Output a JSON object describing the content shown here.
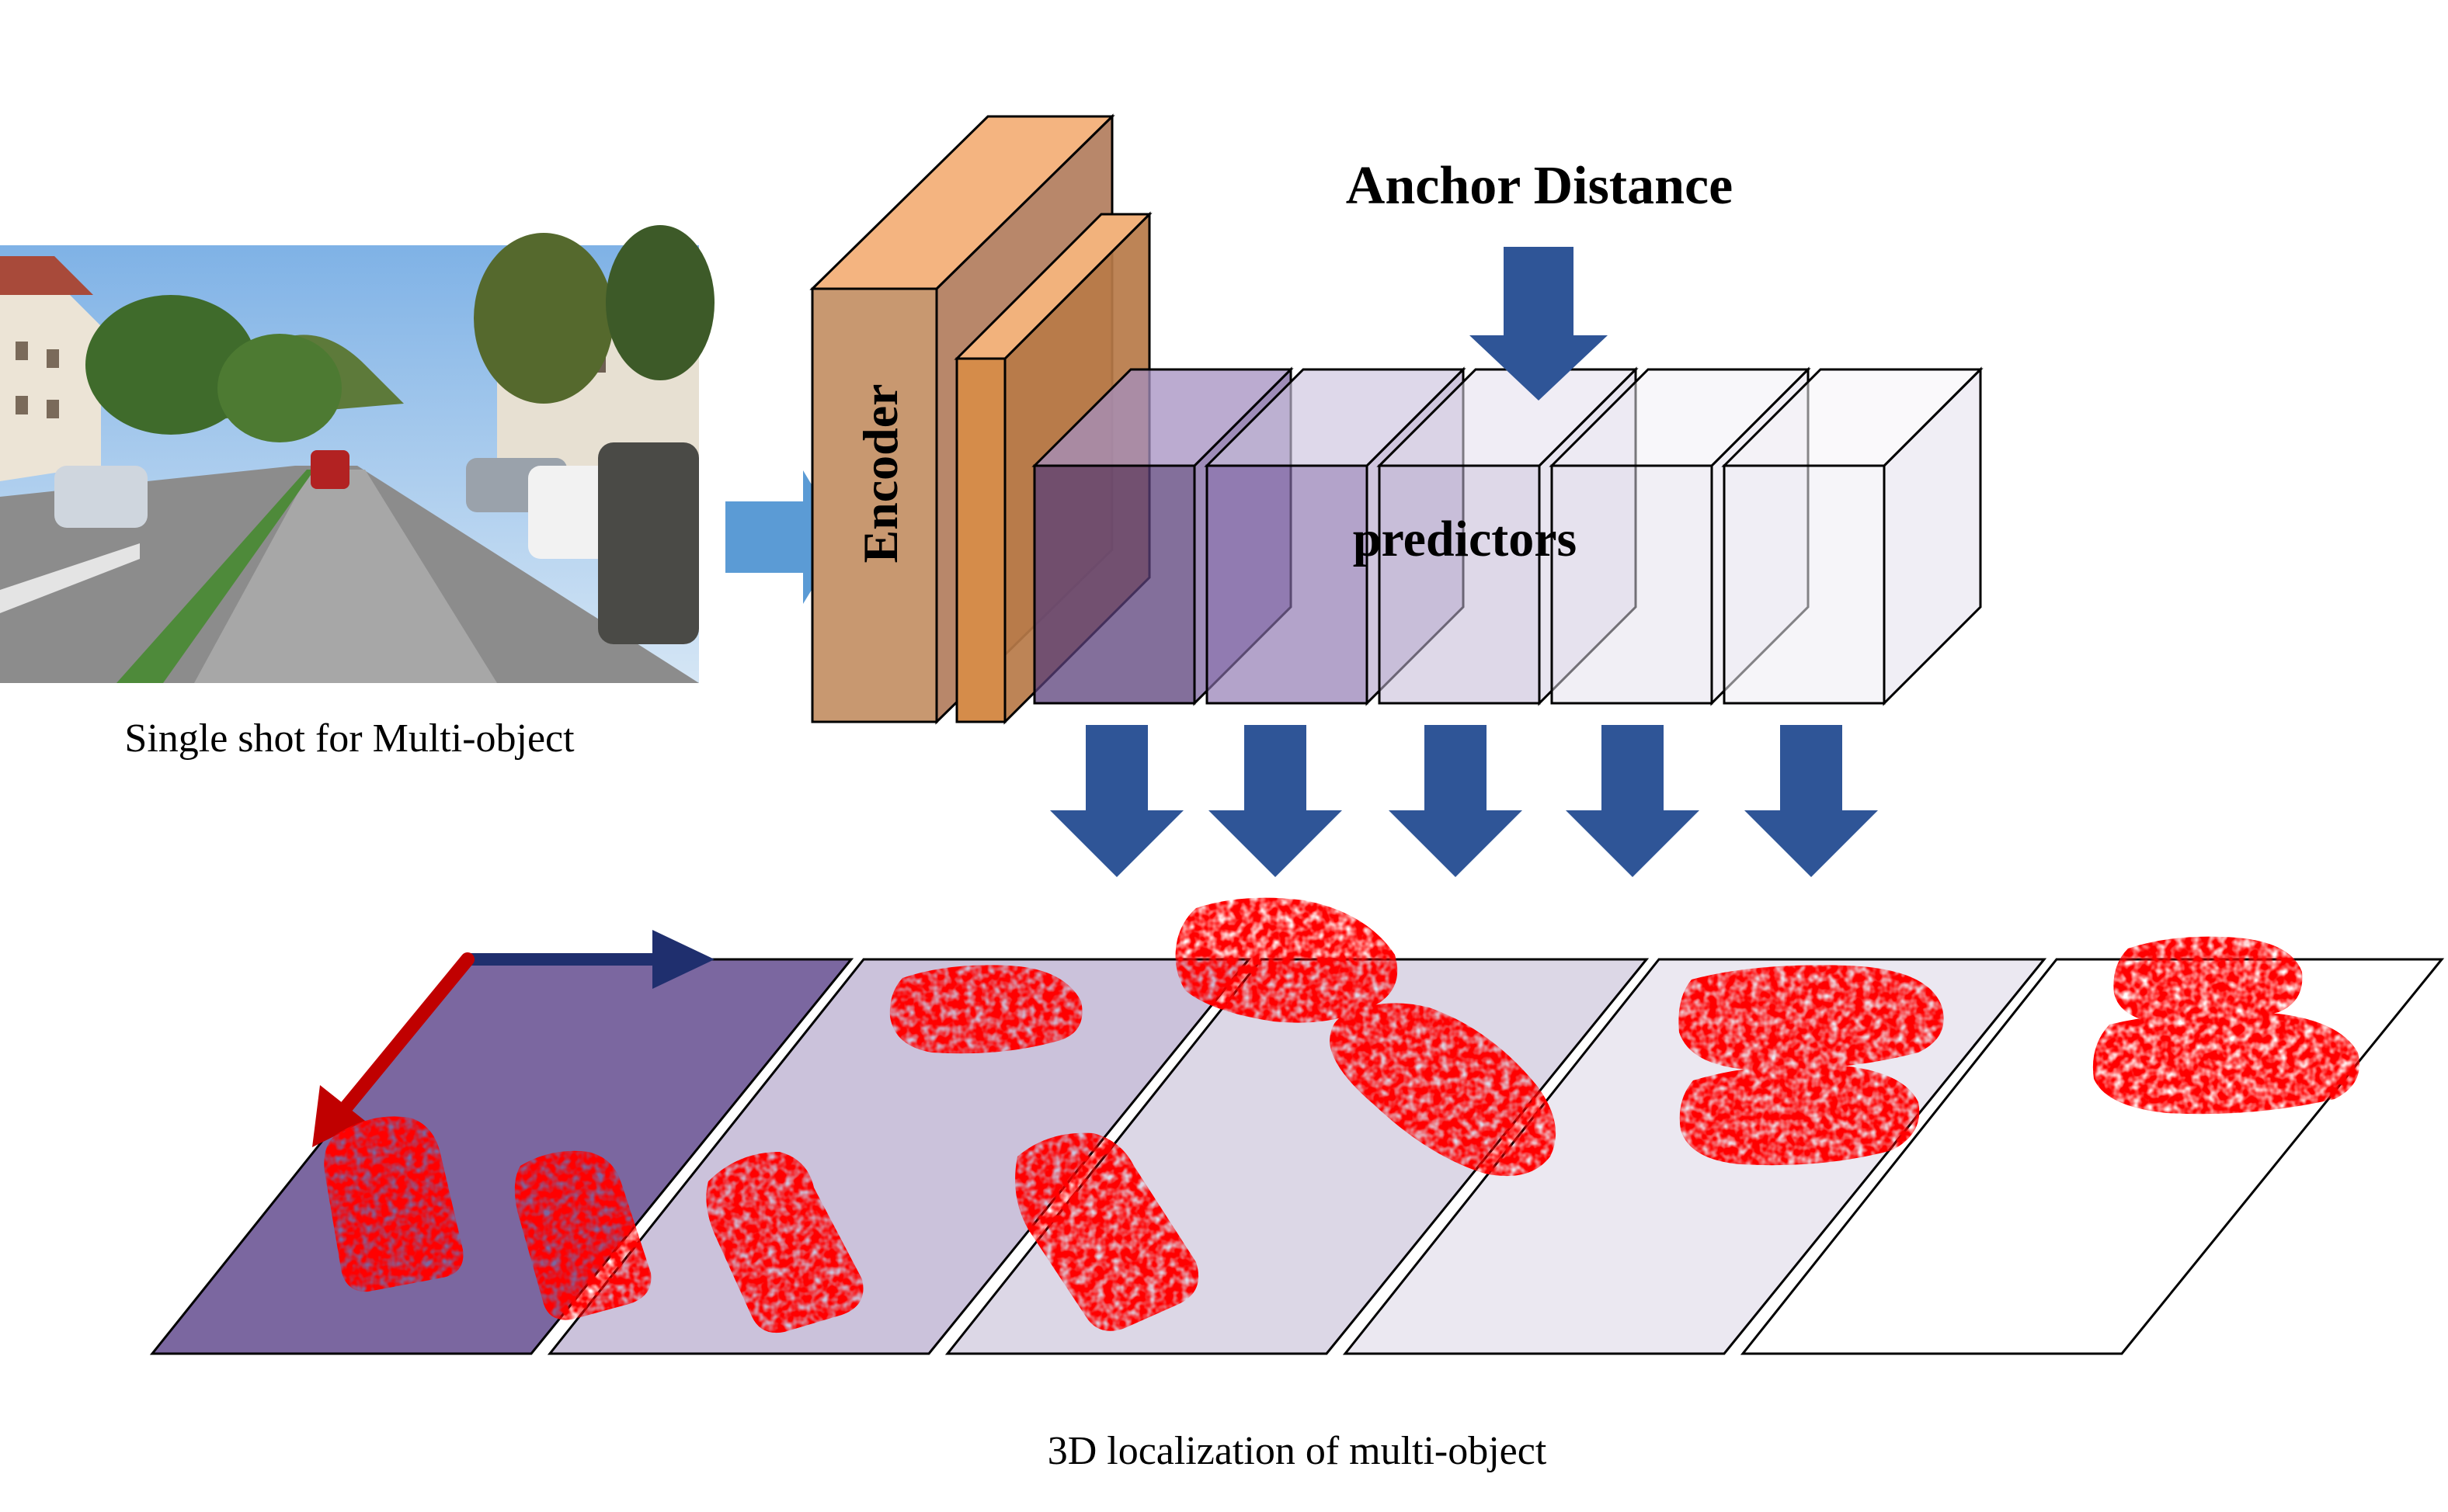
{
  "labels": {
    "anchor_distance": "Anchor Distance",
    "encoder": "Encoder",
    "predictors": "predictors",
    "input_caption": "Single shot for Multi-object",
    "output_caption": "3D localization of multi-object"
  },
  "colors": {
    "encoder_front": "#c89870",
    "encoder_top": "#f4b480",
    "encoder_side": "#b8876a",
    "encoder2_front": "#d58c4a",
    "encoder2_top": "#f2b27c",
    "encoder2_side": "#b77a48",
    "arrow_blue": "#2f5597",
    "arrow_light_blue": "#5b9bd5",
    "car_red": "#ff0000",
    "axis_red": "#c00000",
    "axis_navy": "#1f2f6e",
    "grid_1": "#7b67a0",
    "grid_2": "#cbc2db",
    "grid_3": "#dcd7e6",
    "grid_4": "#ebe8f1",
    "grid_5": "#ffffff"
  },
  "predictor_count": 5
}
